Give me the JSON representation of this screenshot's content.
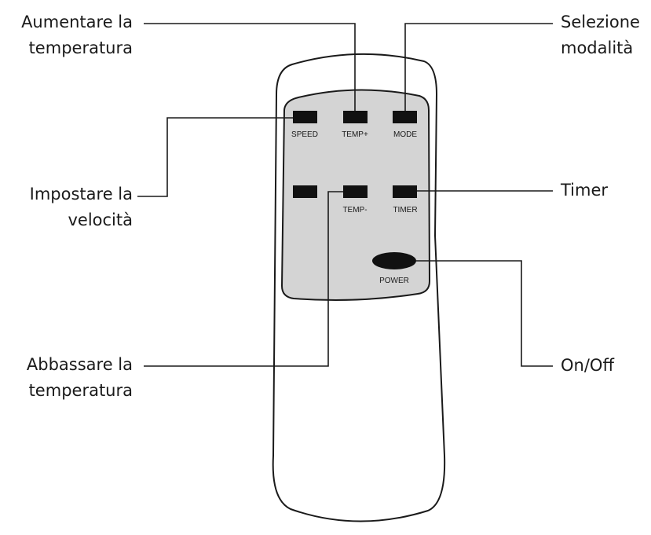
{
  "remote": {
    "buttons": {
      "speed": "SPEED",
      "temp_up": "TEMP+",
      "mode": "MODE",
      "temp_down": "TEMP-",
      "timer": "TIMER",
      "power": "POWER"
    }
  },
  "callouts": {
    "increase_temp": {
      "line1": "Aumentare la",
      "line2": "temperatura"
    },
    "mode_select": {
      "line1": "Selezione",
      "line2": "modalità"
    },
    "set_speed": {
      "line1": "Impostare la",
      "line2": "velocità"
    },
    "timer": {
      "line1": "Timer"
    },
    "decrease_temp": {
      "line1": "Abbassare la",
      "line2": "temperatura"
    },
    "on_off": {
      "line1": "On/Off"
    }
  },
  "colors": {
    "outline": "#1a1a1a",
    "panel": "#d4d4d4",
    "button": "#111111",
    "body": "#ffffff"
  }
}
